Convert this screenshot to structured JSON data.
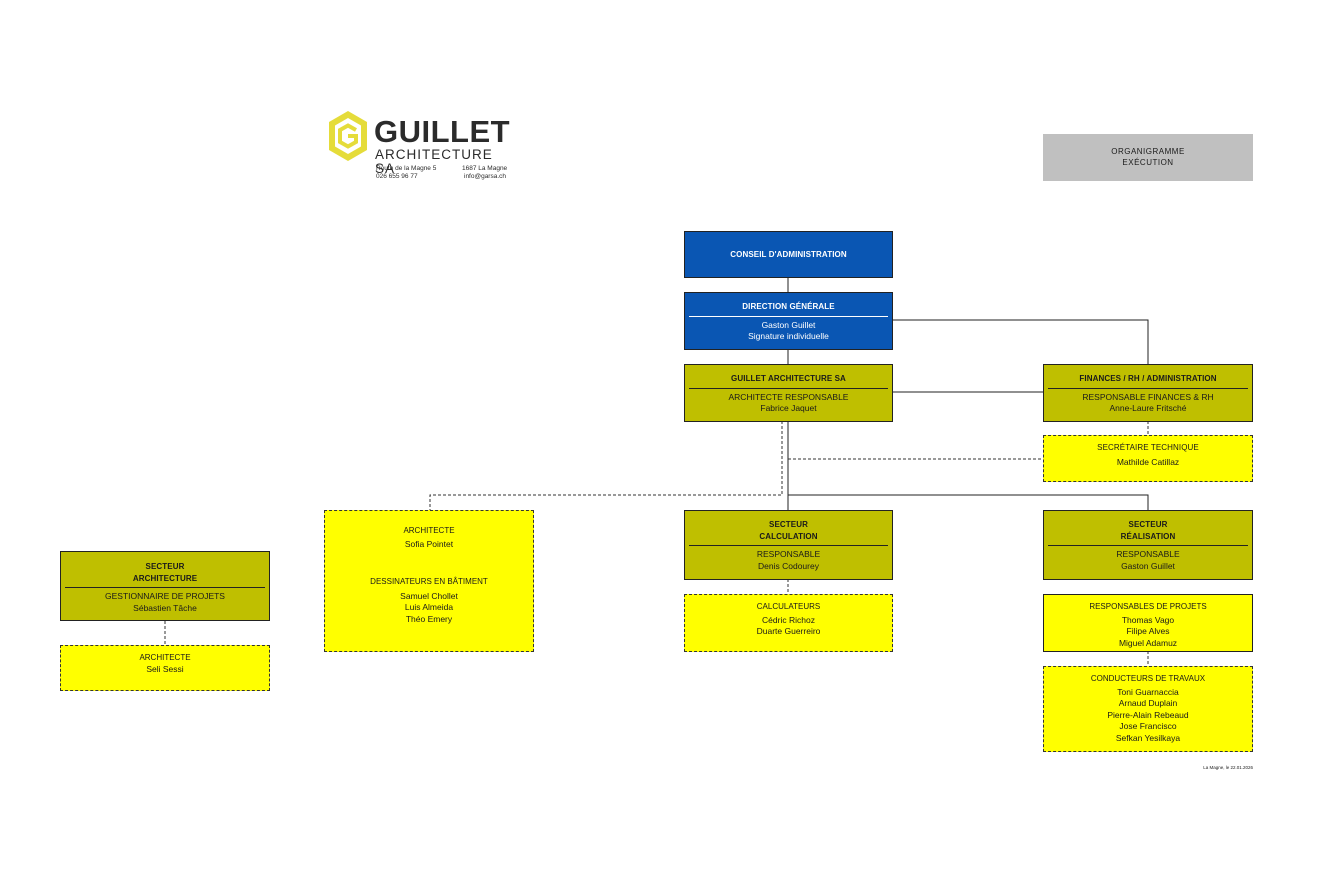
{
  "logo": {
    "name": "GUILLET",
    "subtitle": "ARCHITECTURE SA",
    "address_left_1": "Route de la Magne 5",
    "address_left_2": "026 655 96 77",
    "address_right_1": "1687 La Magne",
    "address_right_2": "info@garsa.ch"
  },
  "title_box": {
    "line1": "ORGANIGRAMME",
    "line2": "EXÉCUTION"
  },
  "conseil": {
    "title": "CONSEIL D'ADMINISTRATION"
  },
  "direction": {
    "title": "DIRECTION GÉNÉRALE",
    "name": "Gaston Guillet",
    "detail": "Signature individuelle"
  },
  "guillet_sa": {
    "title": "GUILLET ARCHITECTURE SA",
    "role": "ARCHITECTE RESPONSABLE",
    "name": "Fabrice Jaquet"
  },
  "finances": {
    "title": "FINANCES / RH / ADMINISTRATION",
    "role": "RESPONSABLE FINANCES & RH",
    "name": "Anne-Laure Fritsché"
  },
  "secretaire": {
    "title": "SECRÉTAIRE TECHNIQUE",
    "name": "Mathilde Catillaz"
  },
  "architecte_sofia": {
    "title": "ARCHITECTE",
    "name": "Sofia Pointet",
    "subtitle": "DESSINATEURS EN BÂTIMENT",
    "names": [
      "Samuel Chollet",
      "Luis Almeida",
      "Théo Emery"
    ]
  },
  "calculation": {
    "title1": "SECTEUR",
    "title2": "CALCULATION",
    "role": "RESPONSABLE",
    "name": "Denis Codourey"
  },
  "calculateurs": {
    "title": "CALCULATEURS",
    "names": [
      "Cédric Richoz",
      "Duarte Guerreiro"
    ]
  },
  "realisation": {
    "title1": "SECTEUR",
    "title2": "RÉALISATION",
    "role": "RESPONSABLE",
    "name": "Gaston Guillet"
  },
  "resp_projets": {
    "title": "RESPONSABLES DE PROJETS",
    "names": [
      "Thomas Vago",
      "Filipe Alves",
      "Miguel Adamuz"
    ]
  },
  "conducteurs": {
    "title": "CONDUCTEURS DE TRAVAUX",
    "names": [
      "Toni Guarnaccia",
      "Arnaud Duplain",
      "Pierre-Alain Rebeaud",
      "Jose Francisco",
      "Sefkan Yesilkaya"
    ]
  },
  "secteur_archi": {
    "title1": "SECTEUR",
    "title2": "ARCHITECTURE",
    "role": "GESTIONNAIRE DE PROJETS",
    "name": "Sébastien Tâche"
  },
  "architecte_seli": {
    "title": "ARCHITECTE",
    "name": "Seli Sessi"
  },
  "footer": {
    "date": "La Magne, le 22.01.2026"
  },
  "colors": {
    "olive": "#bfbf00",
    "blue": "#0a56b3",
    "yellow": "#ffff00",
    "grey": "#c0c0c0"
  },
  "icons": {
    "logo": "hexagon-g-logo"
  }
}
